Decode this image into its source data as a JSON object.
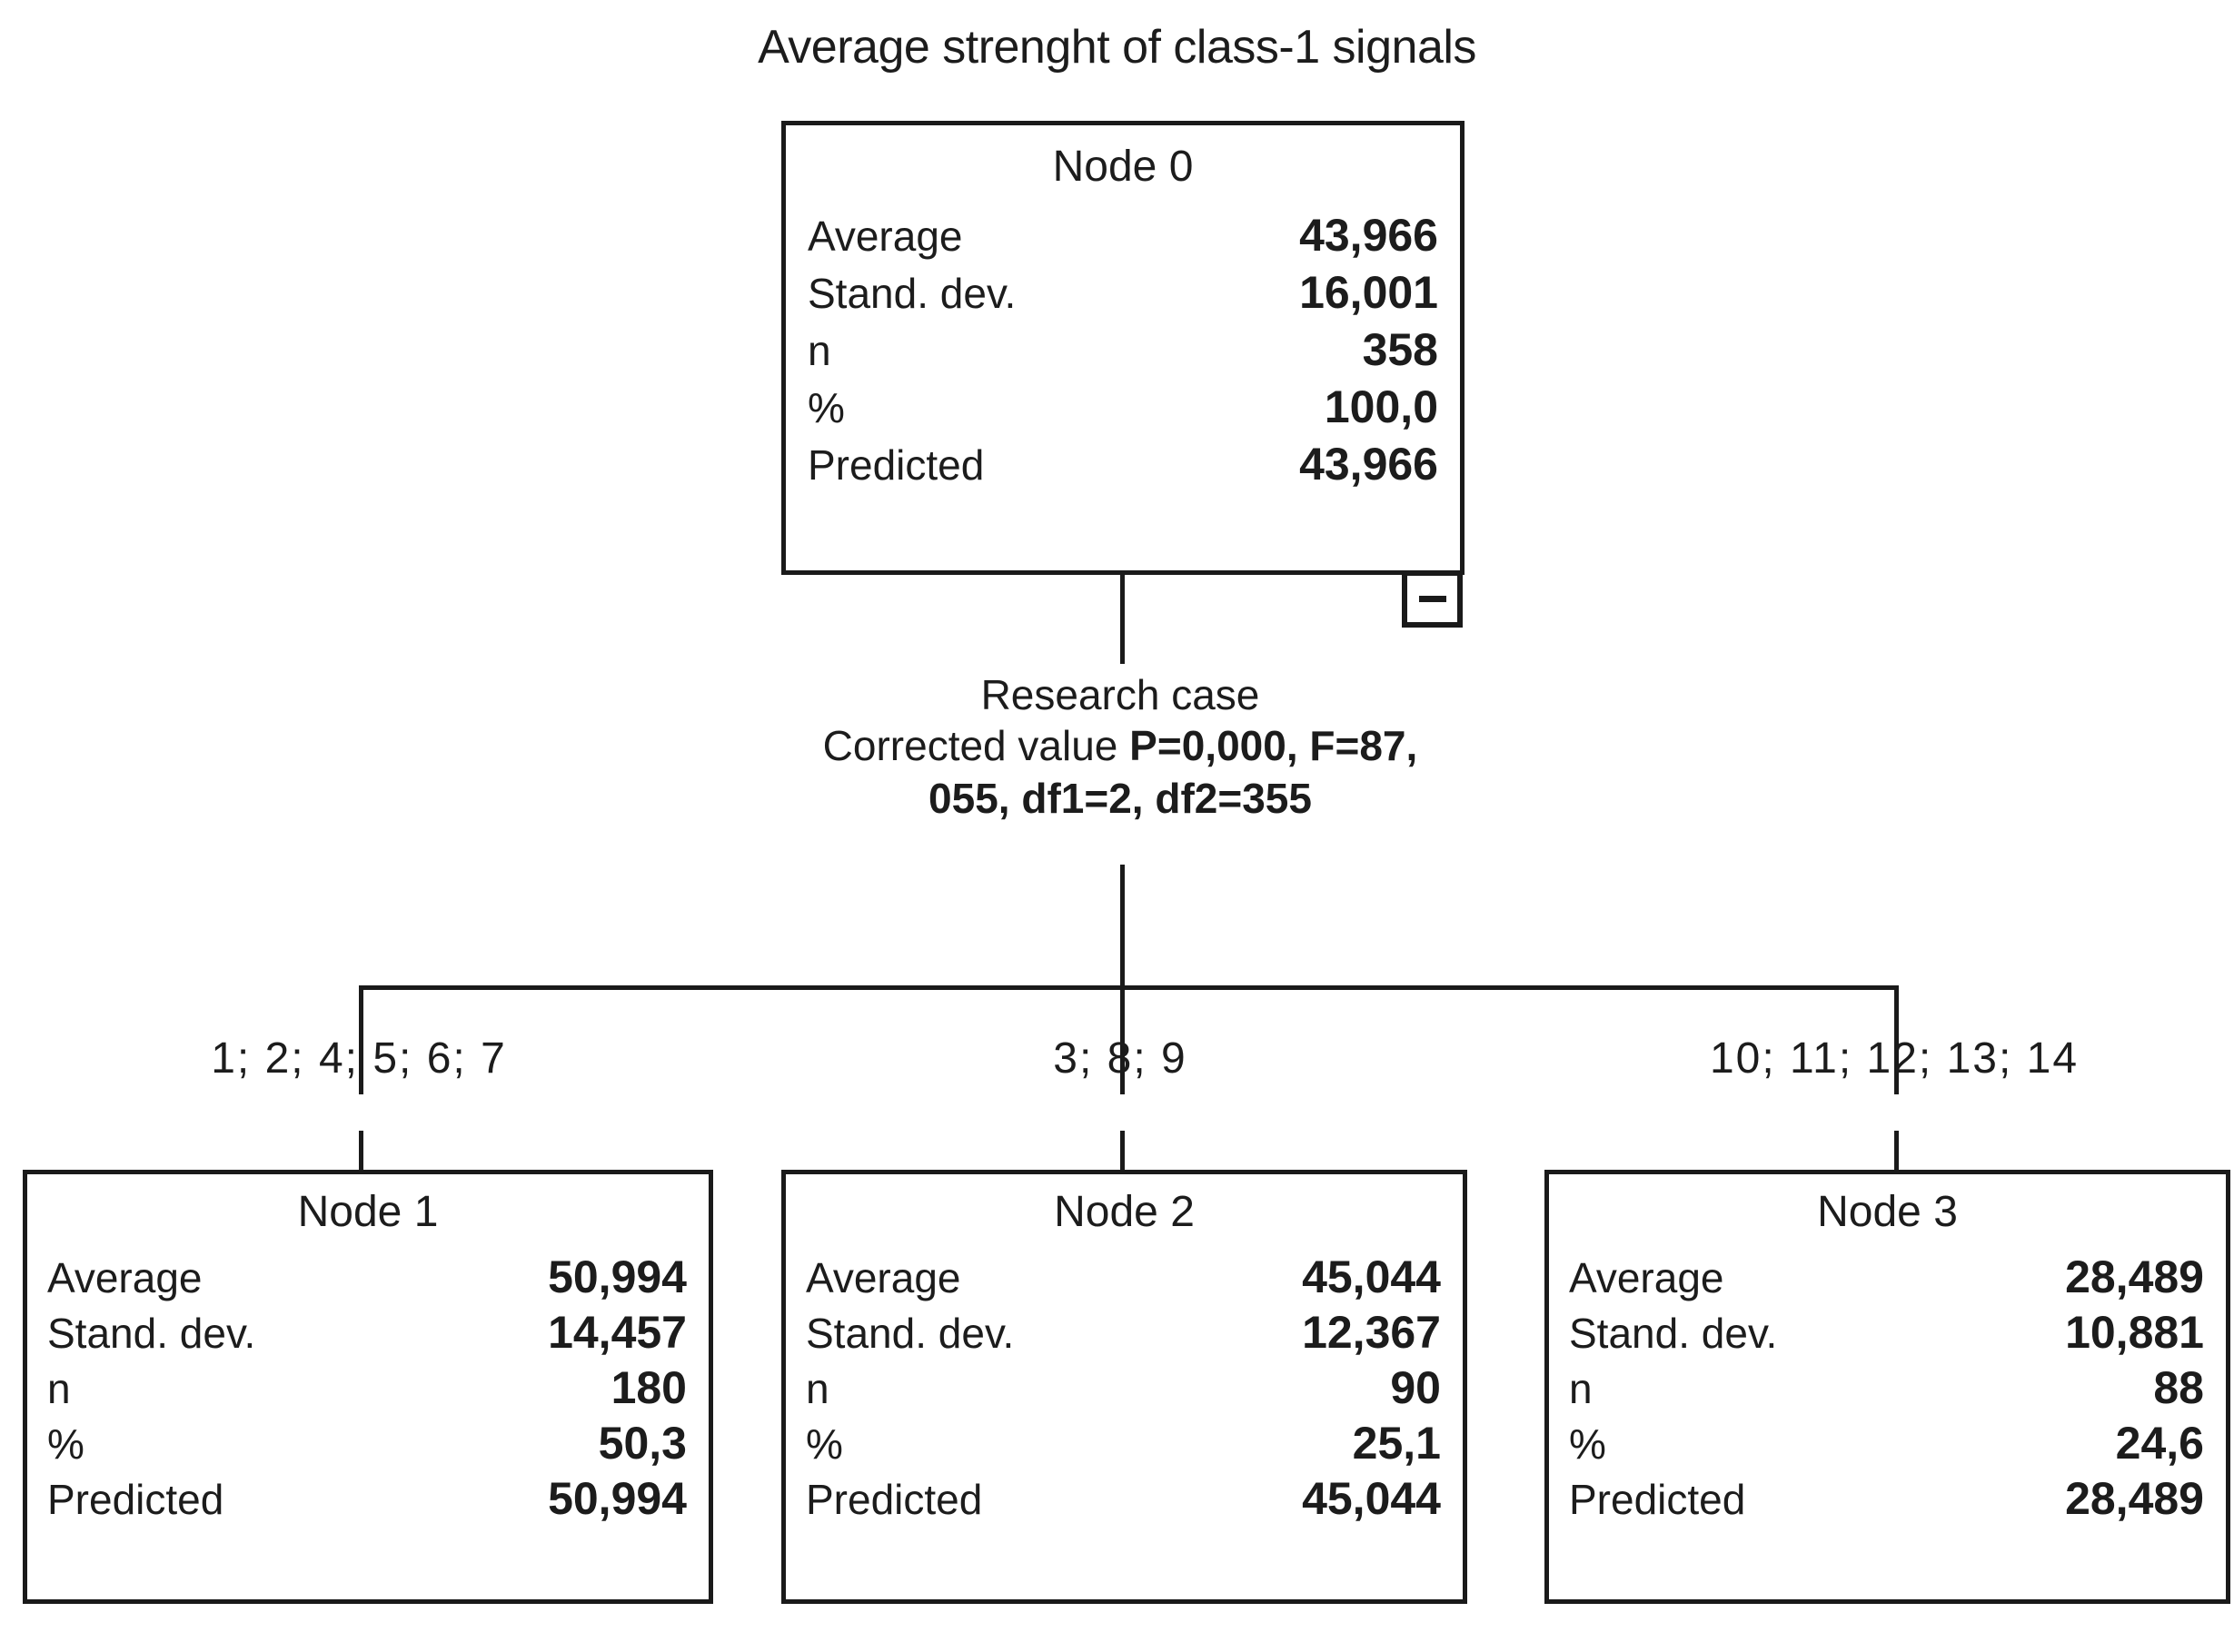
{
  "chart_data": {
    "type": "tree",
    "title": "Average strenght of class-1 signals",
    "root": {
      "id": "Node 0",
      "rows": [
        {
          "label": "Average",
          "value": "43,966"
        },
        {
          "label": "Stand. dev.",
          "value": "16,001"
        },
        {
          "label": "n",
          "value": "358"
        },
        {
          "label": "%",
          "value": "100,0"
        },
        {
          "label": "Predicted",
          "value": "43,966"
        }
      ]
    },
    "split": {
      "variable": "Research case",
      "adjustment_label": "Corrected value",
      "statistics": "P=0,000, F=87,055, df1=2, df2=355",
      "line2_prefix": "Corrected value",
      "line2_stat": "P=0,000, F=87,",
      "line3_stat": "055, df1=2, df2=355",
      "p_value": "0,000",
      "f_value": "87,055",
      "df1": "2",
      "df2": "355"
    },
    "children": [
      {
        "id": "Node 1",
        "branch_label": "1; 2; 4; 5; 6; 7",
        "categories": [
          "1",
          "2",
          "4",
          "5",
          "6",
          "7"
        ],
        "rows": [
          {
            "label": "Average",
            "value": "50,994"
          },
          {
            "label": "Stand. dev.",
            "value": "14,457"
          },
          {
            "label": "n",
            "value": "180"
          },
          {
            "label": "%",
            "value": "50,3"
          },
          {
            "label": "Predicted",
            "value": "50,994"
          }
        ]
      },
      {
        "id": "Node 2",
        "branch_label": "3; 8; 9",
        "categories": [
          "3",
          "8",
          "9"
        ],
        "rows": [
          {
            "label": "Average",
            "value": "45,044"
          },
          {
            "label": "Stand. dev.",
            "value": "12,367"
          },
          {
            "label": "n",
            "value": "90"
          },
          {
            "label": "%",
            "value": "25,1"
          },
          {
            "label": "Predicted",
            "value": "45,044"
          }
        ]
      },
      {
        "id": "Node 3",
        "branch_label": "10; 11; 12; 13; 14",
        "categories": [
          "10",
          "11",
          "12",
          "13",
          "14"
        ],
        "rows": [
          {
            "label": "Average",
            "value": "28,489"
          },
          {
            "label": "Stand. dev.",
            "value": "10,881"
          },
          {
            "label": "n",
            "value": "88"
          },
          {
            "label": "%",
            "value": "24,6"
          },
          {
            "label": "Predicted",
            "value": "28,489"
          }
        ]
      }
    ],
    "controls": {
      "collapse_icon": "minus-icon"
    },
    "colors": {
      "line": "#1a1a1a",
      "text": "#1c1c1c",
      "background": "#ffffff"
    }
  }
}
